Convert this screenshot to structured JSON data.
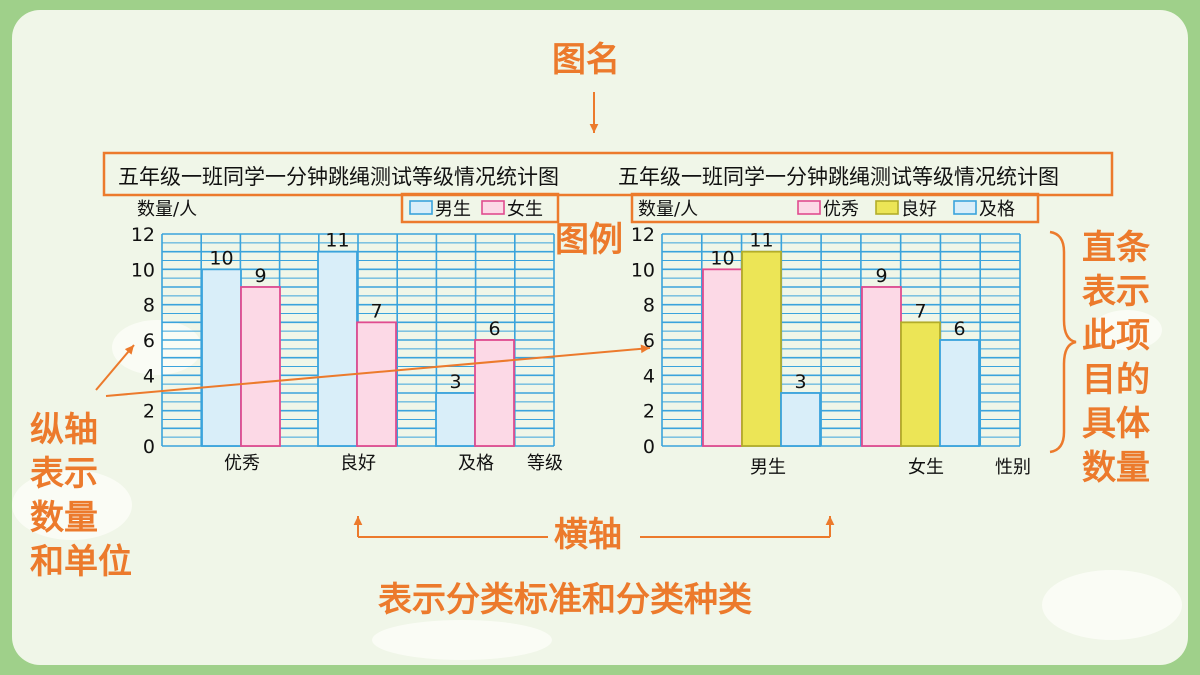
{
  "annotations": {
    "title_tag": "图名",
    "legend_tag": "图例",
    "yaxis_note": [
      "纵轴",
      "表示",
      "数量",
      "和单位"
    ],
    "bar_note": [
      "直条",
      "表示",
      "此项",
      "目的",
      "具体",
      "数量"
    ],
    "xaxis_tag": "横轴",
    "xaxis_note": "表示分类标准和分类种类"
  },
  "colors": {
    "accent": "#ec7a2c",
    "grid": "#3aa3dc",
    "boy_fill": "#d9eef9",
    "girl_fill": "#fcd9e6",
    "bar_border_pink": "#e04c8f",
    "good_fill": "#ece556",
    "background": "#f0f6e8",
    "frame": "#9fd08a"
  },
  "chart_data": [
    {
      "type": "bar",
      "title": "五年级一班同学一分钟跳绳测试等级情况统计图",
      "ylabel": "数量/人",
      "xlabel": "等级",
      "categories": [
        "优秀",
        "良好",
        "及格"
      ],
      "series": [
        {
          "name": "男生",
          "values": [
            10,
            11,
            3
          ],
          "color": "#d9eef9",
          "border": "#3aa3dc"
        },
        {
          "name": "女生",
          "values": [
            9,
            7,
            6
          ],
          "color": "#fcd9e6",
          "border": "#e04c8f"
        }
      ],
      "yticks": [
        0,
        2,
        4,
        6,
        8,
        10,
        12
      ],
      "ylim": [
        0,
        12
      ],
      "grid": true,
      "legend": "top-right"
    },
    {
      "type": "bar",
      "title": "五年级一班同学一分钟跳绳测试等级情况统计图",
      "ylabel": "数量/人",
      "xlabel": "性别",
      "categories": [
        "男生",
        "女生"
      ],
      "series": [
        {
          "name": "优秀",
          "values": [
            10,
            9
          ],
          "color": "#fcd9e6",
          "border": "#e04c8f"
        },
        {
          "name": "良好",
          "values": [
            11,
            7
          ],
          "color": "#ece556",
          "border": "#b3ad2a"
        },
        {
          "name": "及格",
          "values": [
            3,
            6
          ],
          "color": "#d9eef9",
          "border": "#3aa3dc"
        }
      ],
      "yticks": [
        0,
        2,
        4,
        6,
        8,
        10,
        12
      ],
      "ylim": [
        0,
        12
      ],
      "grid": true,
      "legend": "top-right"
    }
  ]
}
